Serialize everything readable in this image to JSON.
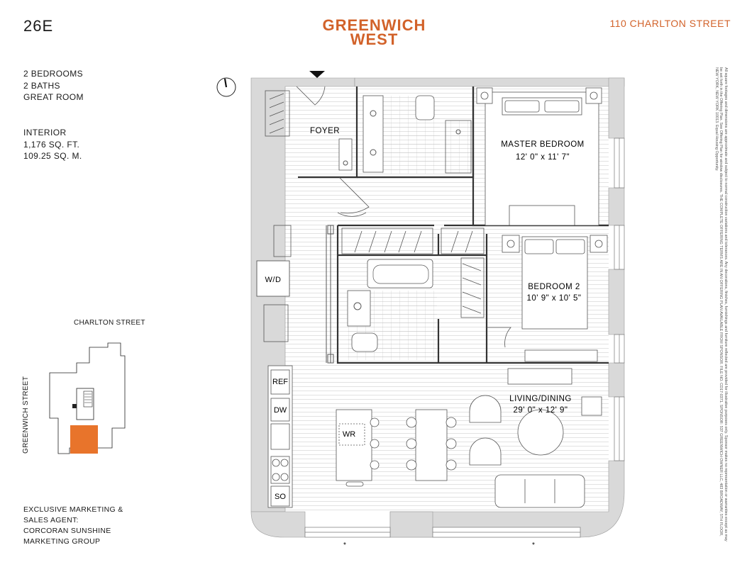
{
  "unit": "26E",
  "brand": {
    "line1": "GREENWICH",
    "line2": "WEST"
  },
  "address": "110 CHARLTON STREET",
  "summary": [
    "2 BEDROOMS",
    "2 BATHS",
    "GREAT ROOM"
  ],
  "interior": [
    "INTERIOR",
    "1,176 SQ. FT.",
    "109.25 SQ. M."
  ],
  "key_plan": {
    "street_top": "CHARLTON STREET",
    "street_side": "GREENWICH STREET"
  },
  "agent": [
    "EXCLUSIVE MARKETING &",
    "SALES AGENT:",
    "CORCORAN SUNSHINE",
    "MARKETING GROUP"
  ],
  "rooms": {
    "foyer": "FOYER",
    "master_name": "MASTER BEDROOM",
    "master_dim": "12' 0\" x 11' 7\"",
    "bed2_name": "BEDROOM 2",
    "bed2_dim": "10' 9\" x 10' 5\"",
    "living_name": "LIVING/DINING",
    "living_dim": "29' 0\" x 12' 9\"",
    "wd": "W/D",
    "ref": "REF",
    "dw": "DW",
    "so": "SO",
    "wr": "WR"
  },
  "marks": {
    "asterisk": "*"
  },
  "colors": {
    "accent": "#d2622a",
    "wall": "#d9d9d9",
    "highlight": "#e8742b"
  },
  "icons": {
    "entry": "entry-arrow-icon",
    "north": "north-compass-icon"
  },
  "disclaimer": "All square footages and dimensions are approximate and subject to normal construction variations and tolerances. Any decorations, finishes, furnishings and furniture reflected are provided for illustrative purposes only. Sponsor makes no representation or warranties except as may be set forth in the Offering Plan. See Offering Plan for window disclosures. THE COMPLETE OFFERING TERMS ARE IN AN OFFERING PLAN AVAILABLE FROM SPONSOR. FILE NO. CD17-0371. SPONSOR: 537 GREENWICH OWNER LLC, 483 BROADWAY, 5TH FLOOR, NEW YORK, NEW YORK 10013. Equal Housing Opportunity."
}
